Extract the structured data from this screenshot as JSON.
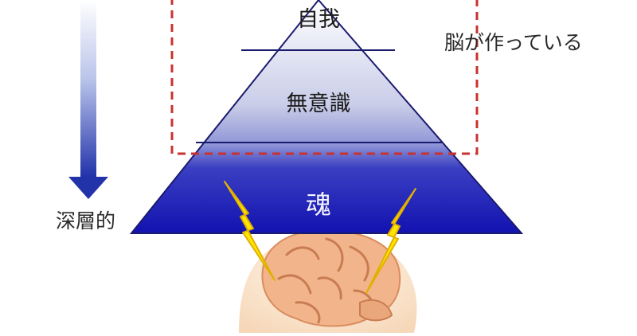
{
  "diagram": {
    "layers": {
      "top": "自我",
      "middle": "無意識",
      "bottom": "魂"
    },
    "annotations": {
      "brain_made": "脳が作っている",
      "depth": "深層的"
    },
    "colors": {
      "pyramid_top": "#ffffff",
      "pyramid_bottom": "#1414b4",
      "arrow_top": "#ffffff",
      "arrow_bottom": "#2233aa",
      "dashed_box": "#c8322f",
      "lightning": "#ffe600",
      "brain": "#f2b48a",
      "head": "#fae5cf"
    },
    "icons": [
      "down-arrow-icon",
      "lightning-bolt-icon",
      "brain-icon"
    ]
  }
}
